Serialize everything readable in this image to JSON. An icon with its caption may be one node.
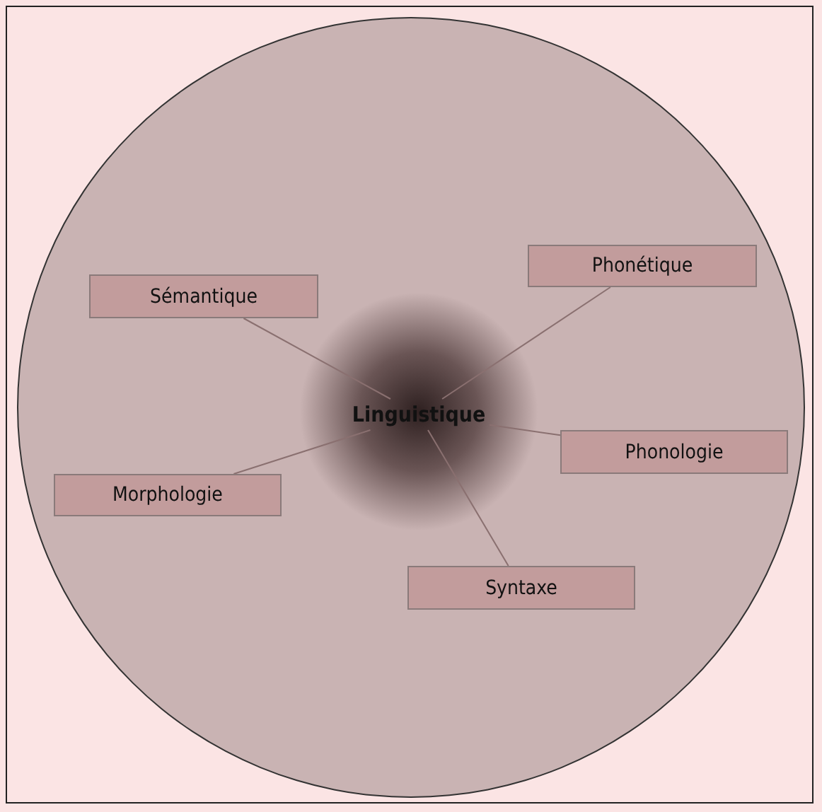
{
  "diagram": {
    "nodes": [
      {
        "text": [],
        "shape": "circle"
      },
      {
        "text": [
          "Sémantique"
        ],
        "in": 0
      },
      {
        "text": [
          "Phonétique"
        ],
        "in": 0
      },
      {
        "text": [
          "Linguistique"
        ],
        "in": 0
      },
      {
        "text": [
          "Phonologie"
        ],
        "in": 0
      },
      {
        "text": [
          "Morphologie"
        ],
        "in": 0
      },
      {
        "text": [
          "Syntaxe"
        ],
        "in": 0
      }
    ],
    "edges": [
      {
        "from": 3,
        "to": 1,
        "arrow": "none"
      },
      {
        "from": 3,
        "to": 2,
        "arrow": "none"
      },
      {
        "from": 3,
        "to": 4,
        "arrow": "none"
      },
      {
        "from": 3,
        "to": 5,
        "arrow": "none"
      },
      {
        "from": 3,
        "to": 6,
        "arrow": "none"
      }
    ]
  }
}
